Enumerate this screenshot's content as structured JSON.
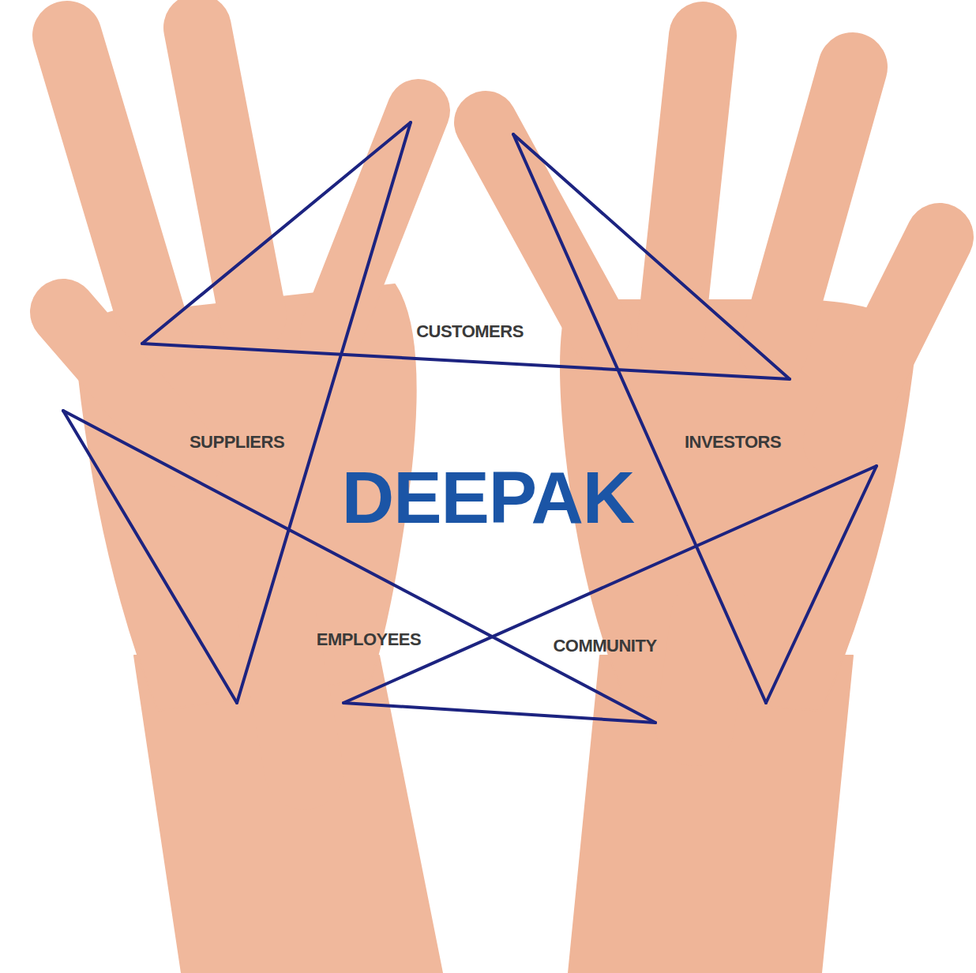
{
  "diagram": {
    "labels": [
      "CUSTOMERS",
      "SUPPLIERS",
      "INVESTORS",
      "DEEPAK",
      "EMPLOYEES",
      "COMMUNITY"
    ]
  }
}
